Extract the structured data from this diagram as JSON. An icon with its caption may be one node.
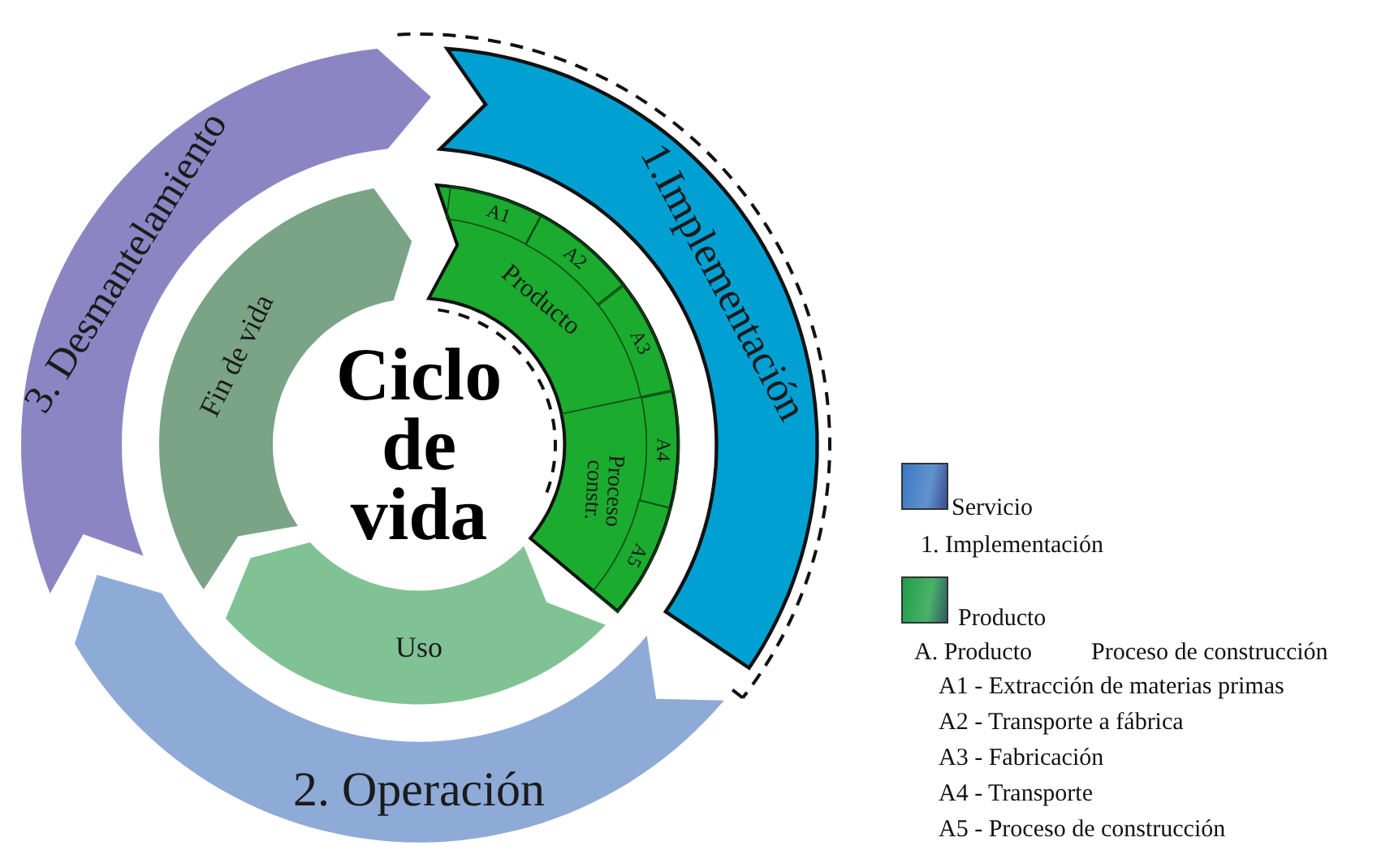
{
  "diagram": {
    "title": "Ciclo de vida",
    "nodes": [
      {
        "text": [
          "1.Implementación"
        ]
      },
      {
        "text": [
          "2. Operación"
        ]
      },
      {
        "text": [
          "3. Desmantelamiento"
        ]
      },
      {
        "text": [
          "Producto",
          "Proceso constr."
        ]
      },
      {
        "text": [
          "A1"
        ],
        "in": 3
      },
      {
        "text": [
          "A2"
        ],
        "in": 3
      },
      {
        "text": [
          "A3"
        ],
        "in": 3
      },
      {
        "text": [
          "A4"
        ],
        "in": 3
      },
      {
        "text": [
          "A5"
        ],
        "in": 3
      },
      {
        "text": [
          "Uso"
        ]
      },
      {
        "text": [
          "Fin de vida"
        ]
      }
    ],
    "labels": [
      "1. Implementación",
      "A. Producto",
      "Proceso de construcción",
      "A1 - Extracción de materias primas",
      "A2 - Transporte a fábrica",
      "A3 - Fabricación",
      "A4 - Transporte",
      "A5 - Proceso de construcción"
    ],
    "legend": [
      {
        "text": "Servicio",
        "color": "#3b78c4"
      },
      {
        "text": "Producto",
        "color": "#1f9e45"
      }
    ]
  }
}
